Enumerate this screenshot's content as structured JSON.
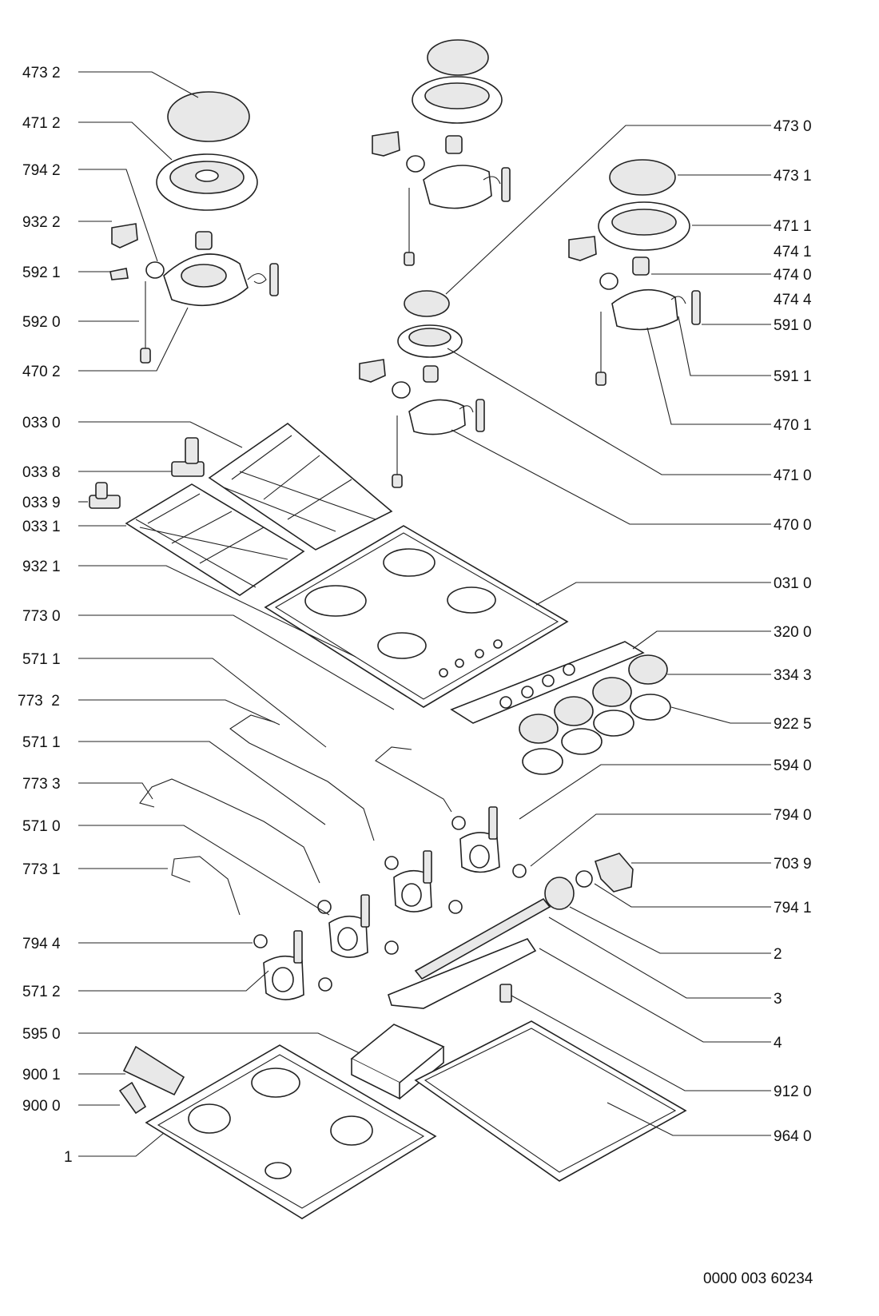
{
  "labels_left": [
    "473 2",
    "471 2",
    "794 2",
    "932 2",
    "592 1",
    "592 0",
    "470 2",
    "033 0",
    "033 8",
    "033 9",
    "033 1",
    "932 1",
    "773 0",
    "571 1",
    "773  2",
    "571 1",
    "773 3",
    "571 0",
    "773 1",
    "794 4",
    "571 2",
    "595 0",
    "900 1",
    "900 0",
    "1"
  ],
  "labels_right": [
    "473 0",
    "473 1",
    "471 1",
    "474 1",
    "474 0",
    "474 4",
    "591 0",
    "591 1",
    "470 1",
    "471 0",
    "470 0",
    "031 0",
    "320 0",
    "334 3",
    "922 5",
    "594 0",
    "794 0",
    "703 9",
    "794 1",
    "2",
    "3",
    "4",
    "912 0",
    "964 0"
  ],
  "document_number": "0000 003 60234"
}
